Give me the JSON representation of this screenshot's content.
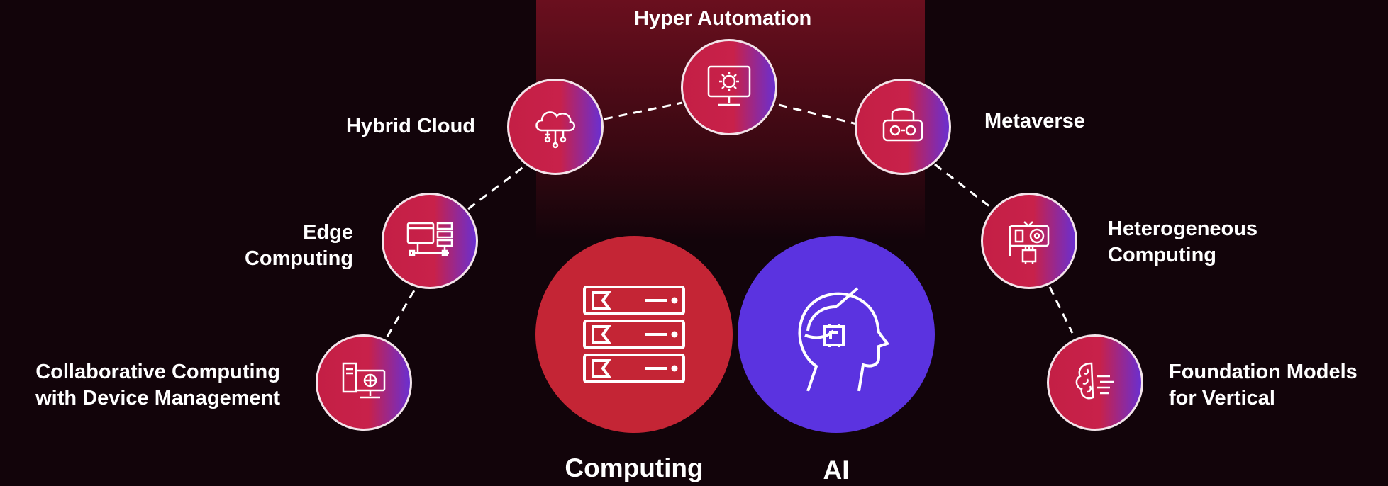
{
  "hubs": {
    "computing": {
      "label": "Computing",
      "icon": "server-rack-icon",
      "color": "#c42535"
    },
    "ai": {
      "label": "AI",
      "icon": "ai-head-icon",
      "color": "#5b33e0"
    }
  },
  "nodes": [
    {
      "id": "hyper-automation",
      "label": "Hyper Automation",
      "icon": "monitor-gear-icon"
    },
    {
      "id": "hybrid-cloud",
      "label": "Hybrid Cloud",
      "icon": "cloud-network-icon"
    },
    {
      "id": "metaverse",
      "label": "Metaverse",
      "icon": "vr-headset-icon"
    },
    {
      "id": "edge-computing",
      "label_lines": [
        "Edge",
        "Computing"
      ],
      "icon": "dashboard-server-icon"
    },
    {
      "id": "heterogeneous-computing",
      "label_lines": [
        "Heterogeneous",
        "Computing"
      ],
      "icon": "gpu-card-icon"
    },
    {
      "id": "collaborative-computing",
      "label_lines": [
        "Collaborative Computing",
        "with Device Management"
      ],
      "icon": "desktop-globe-icon"
    },
    {
      "id": "foundation-models",
      "label_lines": [
        "Foundation Models",
        "for Vertical"
      ],
      "icon": "brain-icon"
    }
  ],
  "colors": {
    "background": "#12040a",
    "node_start": "#c41f45",
    "node_end": "#6a2fd0"
  }
}
